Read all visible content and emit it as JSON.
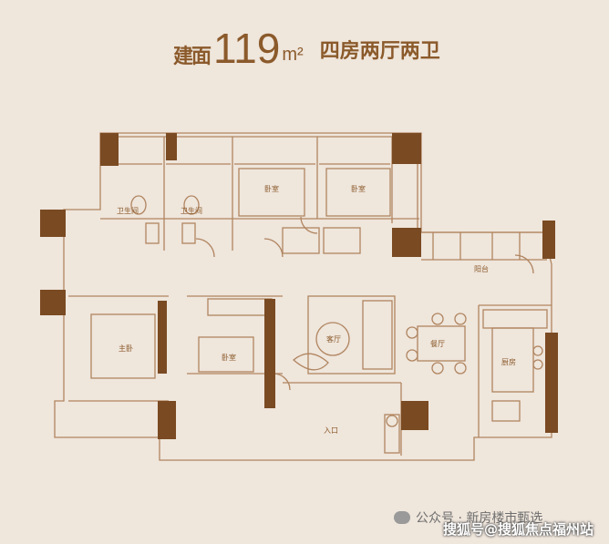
{
  "title": {
    "prefix": "建面",
    "area": "119",
    "unit": "m²",
    "layout": "四房两厅两卫"
  },
  "rooms": {
    "bath_left": "卫生间",
    "bath_right": "卫生间",
    "bedroom_top_left": "卧室",
    "bedroom_top_right": "卧室",
    "balcony": "阳台",
    "bedroom_master": "主卧",
    "bedroom_middle": "卧室",
    "living": "客厅",
    "dining": "餐厅",
    "kitchen": "厨房",
    "entrance": "入口"
  },
  "watermark": {
    "line1": "公众号 · 新房楼市甄选",
    "line2": "搜狐号@搜狐焦点福州站"
  },
  "colors": {
    "background": "#efe6dc",
    "wall": "#7a4a22",
    "line": "#b08560",
    "label": "#8b5a2b"
  }
}
